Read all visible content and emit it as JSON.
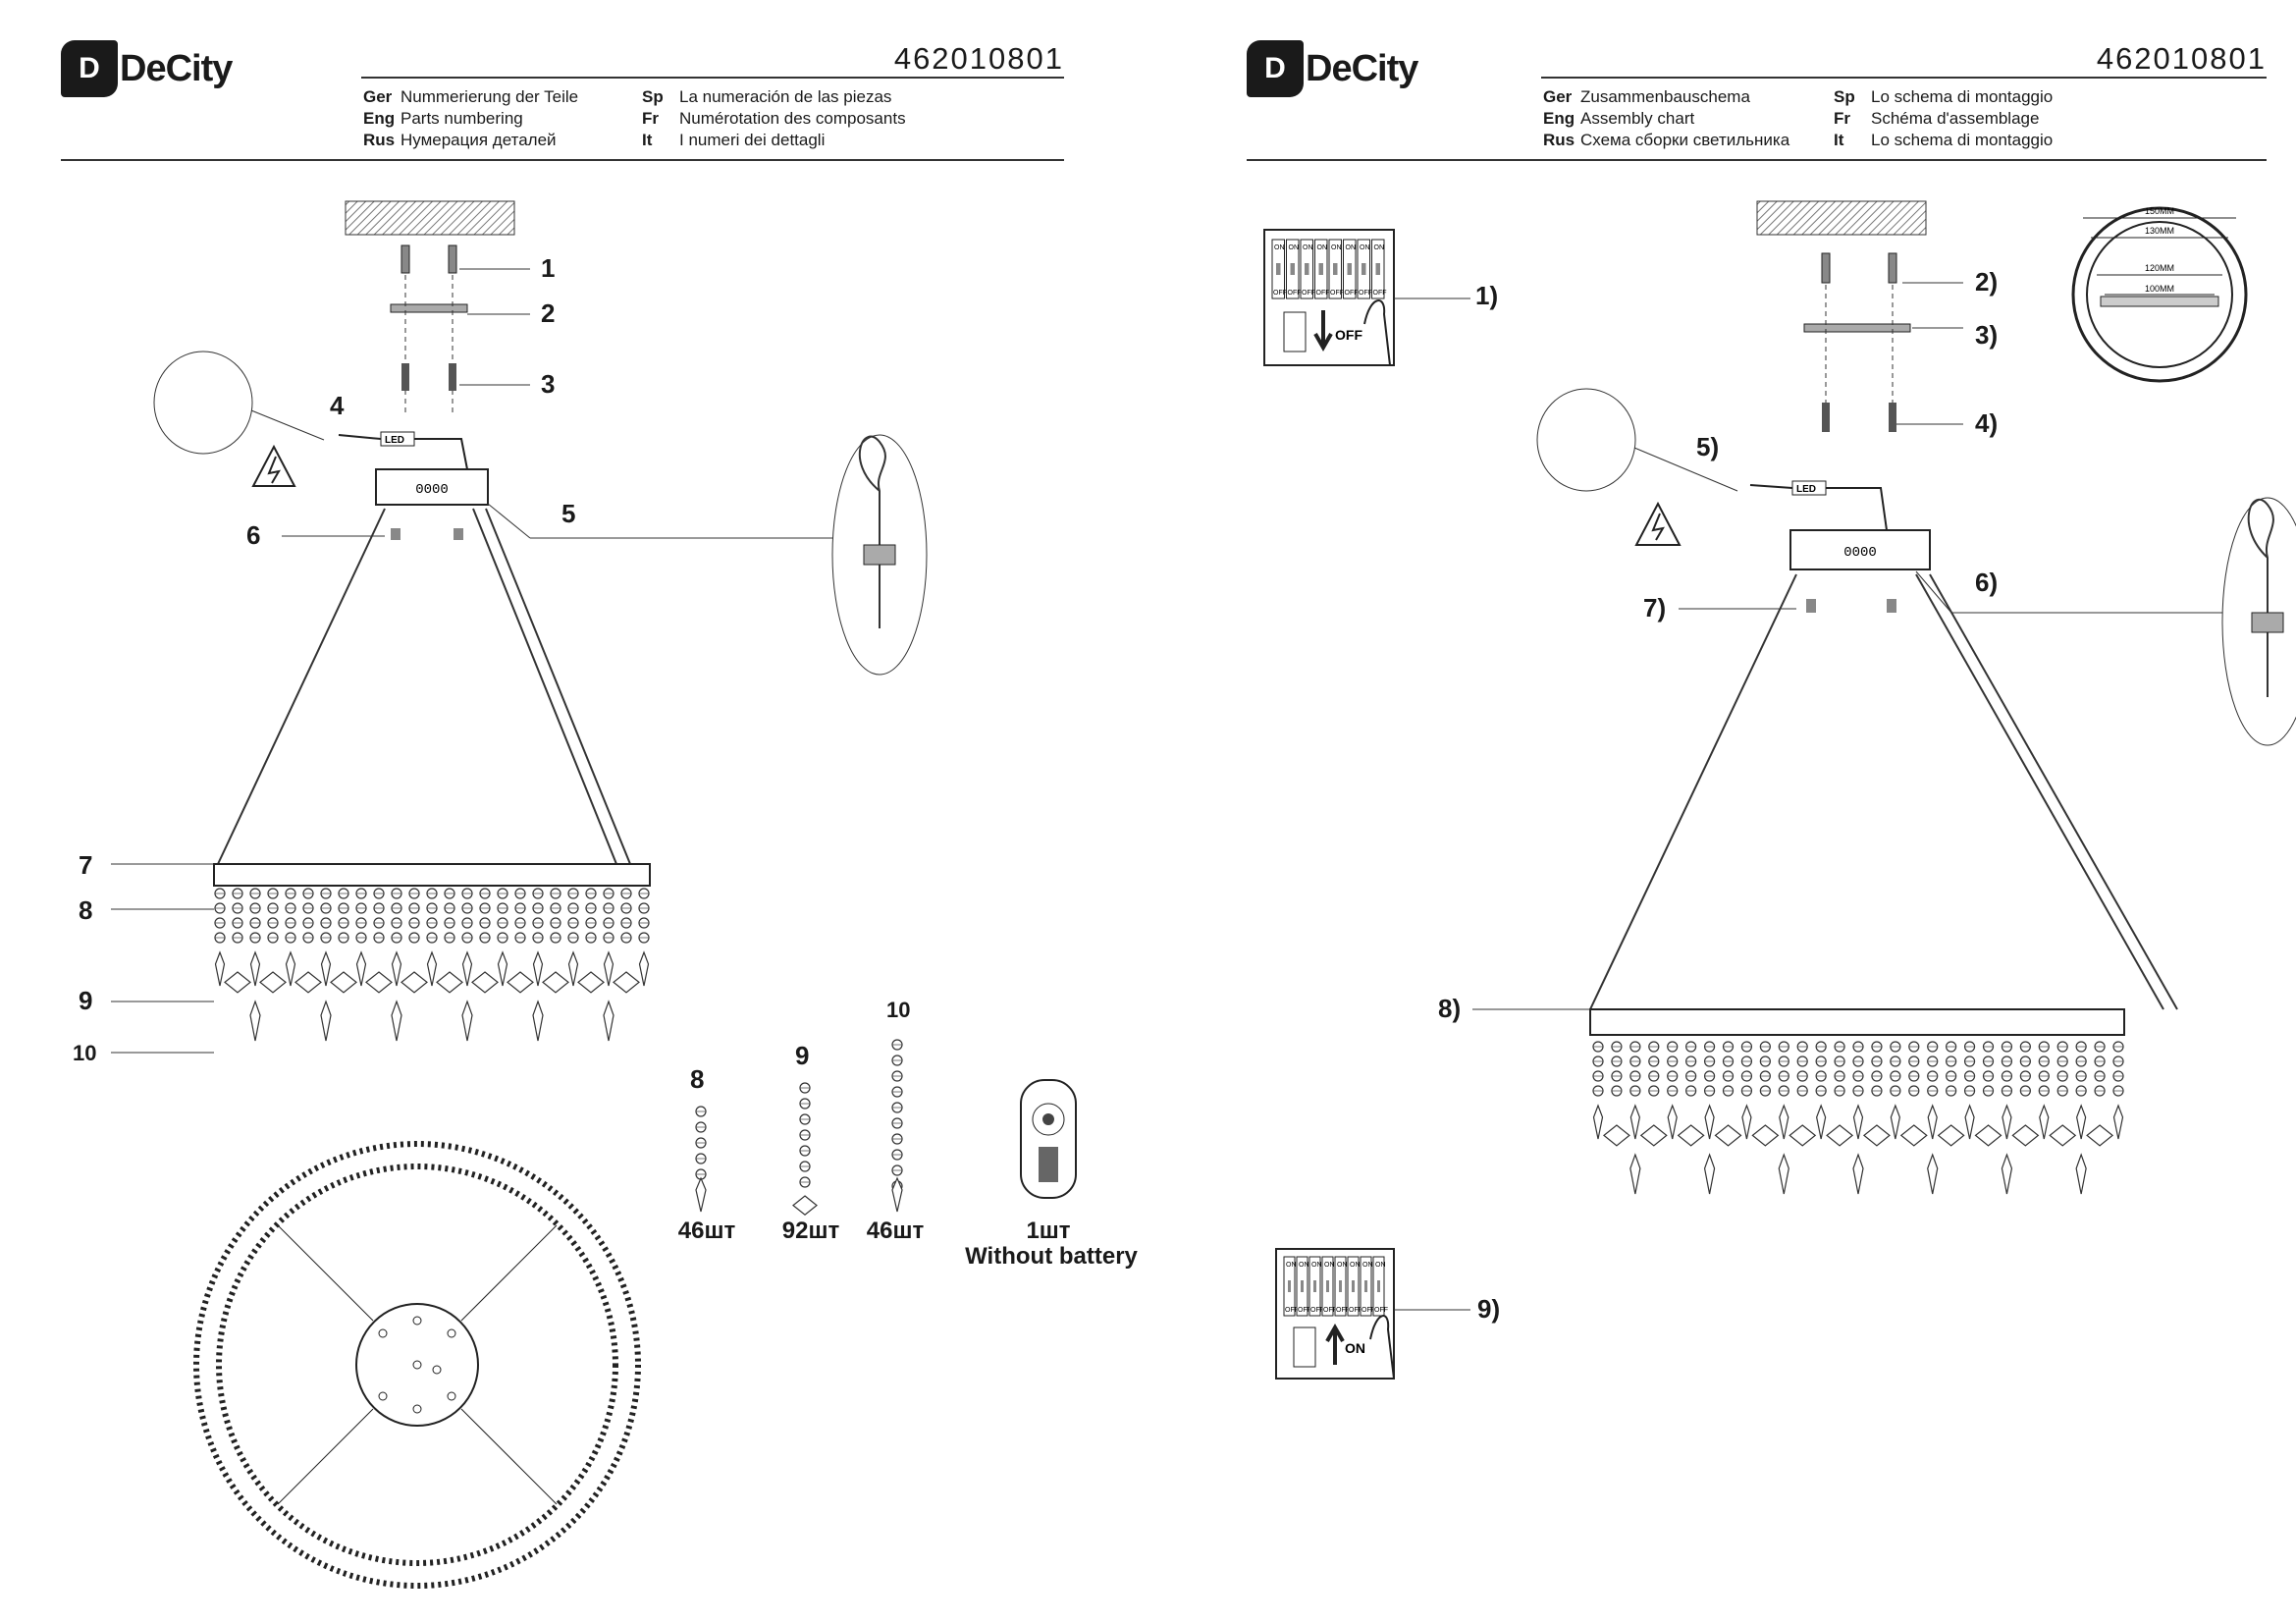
{
  "brand": "DeCity",
  "pages": [
    {
      "article": "462010801",
      "headers": {
        "col1": [
          {
            "code": "Ger",
            "text": "Nummerierung der Teile"
          },
          {
            "code": "Eng",
            "text": "Parts numbering"
          },
          {
            "code": "Rus",
            "text": "Нумерация деталей"
          }
        ],
        "col2": [
          {
            "code": "Sp",
            "text": "La numeración de las piezas"
          },
          {
            "code": "Fr",
            "text": "Numérotation des composants"
          },
          {
            "code": "It",
            "text": "I numeri dei dettagli"
          }
        ]
      },
      "part_labels": [
        "1",
        "2",
        "3",
        "4",
        "5",
        "6",
        "7",
        "8",
        "9",
        "10"
      ],
      "parts_counts": [
        {
          "label": "8",
          "count": "46шт"
        },
        {
          "label": "9",
          "count": "92шт"
        },
        {
          "label": "10",
          "count": "46шт"
        },
        {
          "label": "",
          "count": "1шт",
          "note": "Without battery"
        }
      ],
      "display_code": "0000",
      "led_tag": "LED"
    },
    {
      "article": "462010801",
      "headers": {
        "col1": [
          {
            "code": "Ger",
            "text": "Zusammenbauschema"
          },
          {
            "code": "Eng",
            "text": "Assembly chart"
          },
          {
            "code": "Rus",
            "text": "Схема сборки светильника"
          }
        ],
        "col2": [
          {
            "code": "Sp",
            "text": "Lo schema di montaggio"
          },
          {
            "code": "Fr",
            "text": "Schéma d'assemblage"
          },
          {
            "code": "It",
            "text": "Lo schema di montaggio"
          }
        ]
      },
      "step_labels": [
        "1)",
        "2)",
        "3)",
        "4)",
        "5)",
        "6)",
        "7)",
        "8)",
        "9)"
      ],
      "switch_off": "OFF",
      "switch_on": "ON",
      "breaker_on": "ON",
      "breaker_off": "OFF",
      "display_code": "0000",
      "led_tag": "LED",
      "drill_sizes": [
        "150MM",
        "130MM",
        "120MM",
        "100MM"
      ]
    }
  ]
}
